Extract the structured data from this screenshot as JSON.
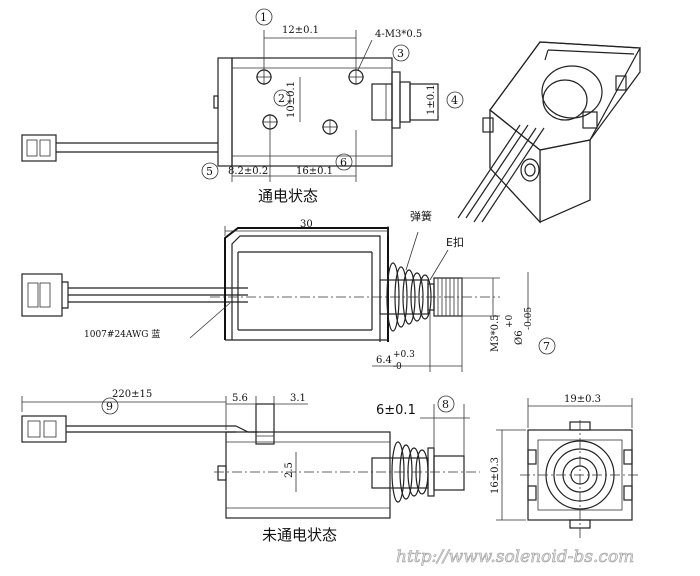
{
  "captions": {
    "energized": "通电状态",
    "de_energized": "未通电状态"
  },
  "part_labels": {
    "spring": "弹簧",
    "e_clip": "E扣",
    "wire": "1007#24AWG 蓝",
    "url": "http://www.solenoid-bs.com"
  },
  "dimensions": {
    "hole_spacing": "12±0.1",
    "thread": "4-M3*0.5",
    "vertical_spacing": "10±0.1",
    "stroke": "1±0.1",
    "offset_left": "8.2±0.2",
    "hole_base": "16±0.1",
    "body_length": "30",
    "plunger_thread": "M3*0.5",
    "plunger_dia": "Ø6",
    "plunger_dia_tol_up": "+0",
    "plunger_dia_tol_low": "-0.05",
    "plunger_ext": "6.4",
    "plunger_ext_tol_up": "+0.3",
    "plunger_ext_tol_low": "-0",
    "lead_length": "220±15",
    "bracket_a": "5.6",
    "bracket_b": "3.1",
    "bracket_h": "2.5",
    "plunger_len": "6±0.1",
    "width": "19±0.3",
    "height": "16±0.3"
  },
  "callouts": [
    "1",
    "2",
    "3",
    "4",
    "5",
    "6",
    "7",
    "8",
    "9"
  ]
}
